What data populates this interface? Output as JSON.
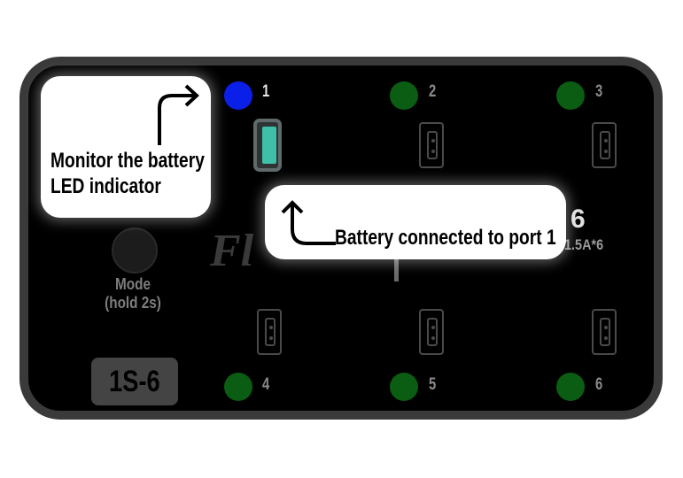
{
  "ports": [
    {
      "number": "1",
      "led": "blue",
      "active": true
    },
    {
      "number": "2",
      "led": "green",
      "active": false
    },
    {
      "number": "3",
      "led": "green",
      "active": false
    },
    {
      "number": "4",
      "led": "green",
      "active": false
    },
    {
      "number": "5",
      "led": "green",
      "active": false
    },
    {
      "number": "6",
      "led": "green",
      "active": false
    }
  ],
  "colors": {
    "led_blue": "#0a1fe8",
    "led_green": "#0a5d12",
    "battery": "#3fc0a8"
  },
  "mode": {
    "label_line1": "Mode",
    "label_line2": "(hold 2s)"
  },
  "model_badge": "1S-6",
  "spec": {
    "cells": "6",
    "current": "1.5A*6"
  },
  "callouts": {
    "monitor_line1": "Monitor the battery",
    "monitor_line2": "LED indicator",
    "battery_connected": "Battery connected to port 1"
  },
  "icons": {
    "monitor_arrow": "arrow-up-right-icon",
    "battery_arrow": "arrow-up-left-icon"
  }
}
